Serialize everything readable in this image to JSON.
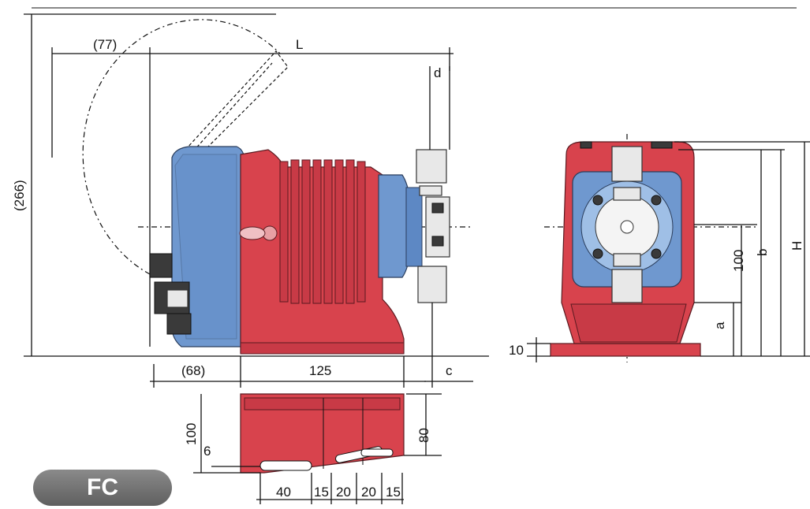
{
  "badge": {
    "label": "FC"
  },
  "side_view": {
    "dim_top_offset": "(77)",
    "dim_length": "L",
    "dim_d": "d",
    "dim_height_total": "(266)",
    "dim_rear": "(68)",
    "dim_body": "125",
    "dim_c": "c"
  },
  "front_view": {
    "dim_base": "10",
    "dim_centre": "100",
    "dim_a": "a",
    "dim_b": "b",
    "dim_H": "H"
  },
  "base_view": {
    "dim_height": "100",
    "dim_hole": "6",
    "dim_depth": "80",
    "dim_slots": [
      "40",
      "15",
      "20",
      "20",
      "15"
    ]
  },
  "colors": {
    "body_red": "#d8434d",
    "cover_blue": "#6f98cf",
    "badge_grey": "#6f6f6f"
  }
}
